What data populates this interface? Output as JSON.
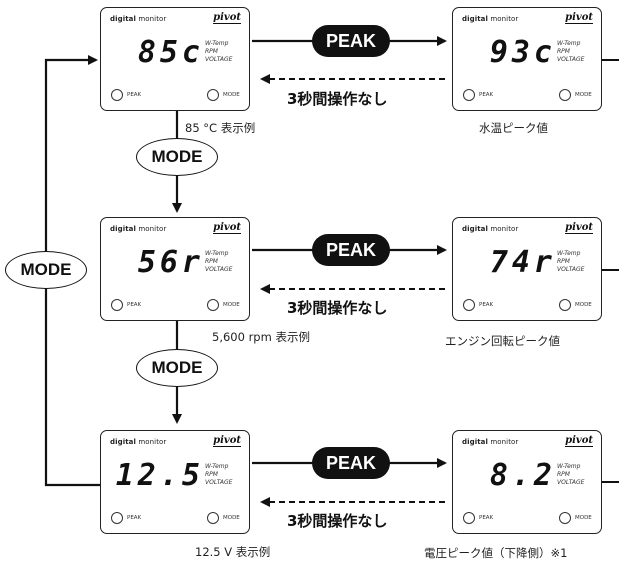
{
  "device": {
    "brand_bold": "digital",
    "brand_rest": " monitor",
    "logo": "pivot",
    "labels": [
      "W-Temp",
      "RPM",
      "VOLTAGE"
    ],
    "peak_label": "PEAK",
    "mode_label": "MODE"
  },
  "rows": [
    {
      "left_reading": "85c",
      "right_reading": "93c",
      "left_caption": "85 °C 表示例",
      "right_caption": "水温ピーク値"
    },
    {
      "left_reading": "56r",
      "right_reading": "74r",
      "left_caption": "5,600 rpm 表示例",
      "right_caption": "エンジン回転ピーク値"
    },
    {
      "left_reading": "12.5",
      "right_reading": "8.2",
      "left_caption": "12.5 V 表示例",
      "right_caption": "電圧ピーク値（下降側）※1"
    }
  ],
  "peak_button_text": "PEAK",
  "no_operation_text": "3秒間操作なし",
  "mode_button_text": "MODE",
  "colors": {
    "ink": "#111111",
    "background": "#ffffff"
  }
}
